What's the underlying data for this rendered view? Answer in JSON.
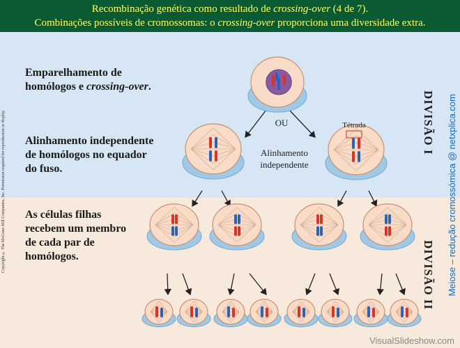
{
  "header": {
    "line1_pre": "Recombinação genética como resultado de ",
    "line1_em": "crossing-over",
    "line1_post": " (4 de 7).",
    "line2_pre": "Combinações possíveis de cromossomas: o ",
    "line2_em": "crossing-over",
    "line2_post": " proporciona uma diversidade extra."
  },
  "labels": {
    "step1_line1": "Emparelhamento de",
    "step1_line2_pre": "homólogos e ",
    "step1_line2_em": "crossing-over",
    "step1_line2_post": ".",
    "step2_line1": "Alinhamento independente",
    "step2_line2": "de homólogos no equador",
    "step2_line3": "do fuso.",
    "step3_line1": "As células filhas",
    "step3_line2": "recebem um membro",
    "step3_line3": "de cada par de",
    "step3_line4": "homólogos."
  },
  "diagram": {
    "ou": "OU",
    "tetrada": "Tétrada",
    "alinhamento": "Alinhamento",
    "independente": "independente"
  },
  "side": {
    "divisao1": "DIVISÃO I",
    "divisao2": "DIVISÃO II",
    "brand": "Meiose – redução cromossómica @ netxplica.com",
    "copyright": "Copyright © The McGraw-Hill Companies, Inc. Permission required for reproduction or display."
  },
  "watermark": "VisualSlideshow.com",
  "colors": {
    "header_bg": "#0a5a34",
    "header_text": "#ffff66",
    "divisao1_bg": "#d6e6f4",
    "divisao2_bg": "#f7eadc",
    "chromosome_red": "#d8342b",
    "chromosome_blue": "#2c63b3",
    "cell_fill": "#f8dcc8",
    "dish_fill": "#9fc9e6",
    "brand_text": "#1768b0"
  }
}
